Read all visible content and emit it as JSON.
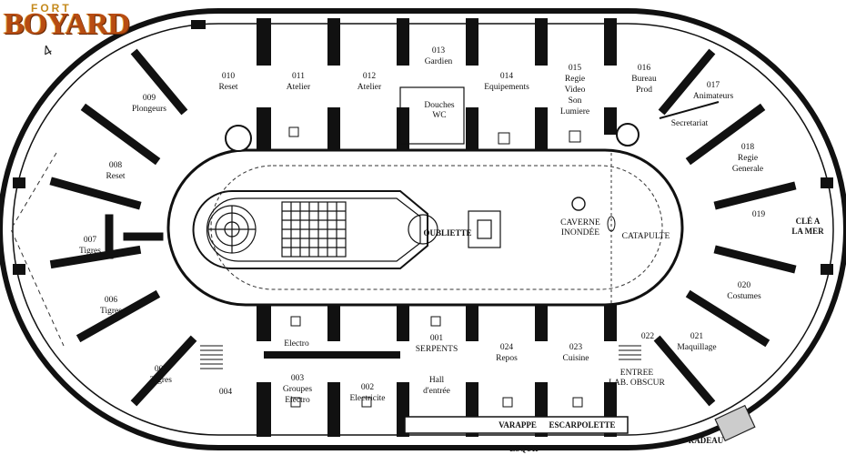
{
  "logo": {
    "fort": "FORT",
    "boyard": "BOYARD"
  },
  "north_marker": "4",
  "rooms": {
    "r013": {
      "num": "013",
      "name": "Gardien"
    },
    "r010": {
      "num": "010",
      "name": "Reset"
    },
    "r011": {
      "num": "011",
      "name": "Atelier"
    },
    "r012": {
      "num": "012",
      "name": "Atelier"
    },
    "r014": {
      "num": "014",
      "name": "Equipements"
    },
    "r015": {
      "num": "015",
      "lines": [
        "Regie",
        "Video",
        "Son",
        "Lumiere"
      ]
    },
    "r016": {
      "num": "016",
      "lines": [
        "Bureau",
        "Prod"
      ]
    },
    "r017": {
      "num": "017",
      "name": "Animateurs"
    },
    "r009": {
      "num": "009",
      "name": "Plongeurs"
    },
    "r008": {
      "num": "008",
      "name": "Reset"
    },
    "r018": {
      "num": "018",
      "lines": [
        "Regie",
        "Generale"
      ]
    },
    "r019": {
      "num": "019"
    },
    "r007": {
      "num": "007",
      "name": "Tigres"
    },
    "r006": {
      "num": "006",
      "name": "Tigres"
    },
    "r005": {
      "num": "005",
      "name": "Tigres"
    },
    "r004": {
      "num": "004"
    },
    "r003": {
      "num": "003",
      "lines": [
        "Groupes",
        "Electro"
      ]
    },
    "r002": {
      "num": "002",
      "name": "Electricite"
    },
    "r001": {
      "num": "001",
      "name": "SERPENTS"
    },
    "r024": {
      "num": "024",
      "name": "Repos"
    },
    "r023": {
      "num": "023",
      "name": "Cuisine"
    },
    "r022": {
      "num": "022"
    },
    "r021": {
      "num": "021",
      "name": "Maquillage"
    },
    "r020": {
      "num": "020",
      "name": "Costumes"
    }
  },
  "labels": {
    "douches": "Douches",
    "wc": "WC",
    "secretariat": "Secretariat",
    "electro": "Electro",
    "hall": "Hall",
    "hall2": "d'entrée",
    "oubliette": "OUBLIETTE",
    "caverne": "CAVERNE",
    "inondee": "INONDÉE",
    "catapulte": "CATAPULTE",
    "cle": "CLÉ A",
    "la_mer": "LA MER",
    "entree": "ENTREE",
    "lab_obscur": "LAB. OBSCUR",
    "varappe": "VARAPPE",
    "escarpolette": "ESCARPOLETTE",
    "esquif": "ESQUIF",
    "radeau": "RADEAU"
  }
}
